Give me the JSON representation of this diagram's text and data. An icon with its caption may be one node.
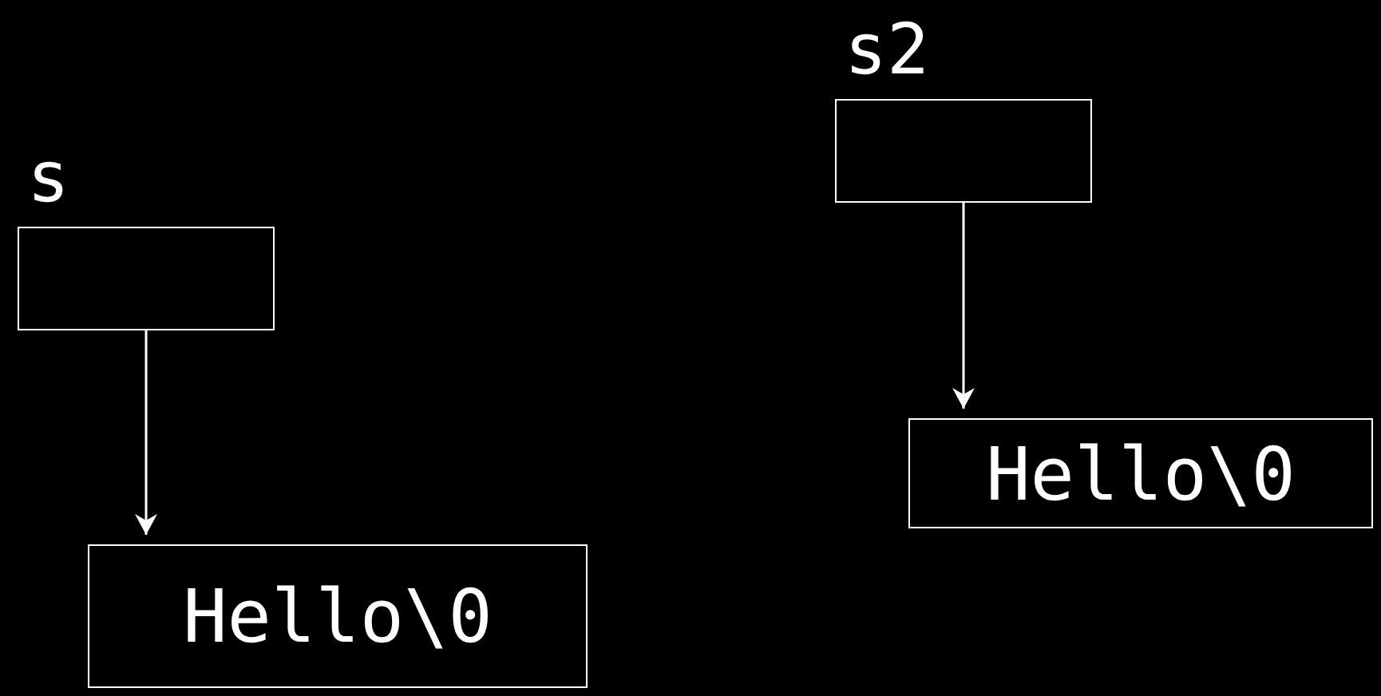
{
  "diagram": {
    "nodes": [
      {
        "text": [
          "s"
        ]
      },
      {
        "text": [
          "Hello\\0"
        ]
      },
      {
        "text": [
          "s2"
        ]
      },
      {
        "text": [
          "Hello\\0"
        ]
      }
    ],
    "edges": [
      {
        "from": 0,
        "to": 1,
        "arrow": "to"
      },
      {
        "from": 2,
        "to": 3,
        "arrow": "to"
      }
    ]
  }
}
